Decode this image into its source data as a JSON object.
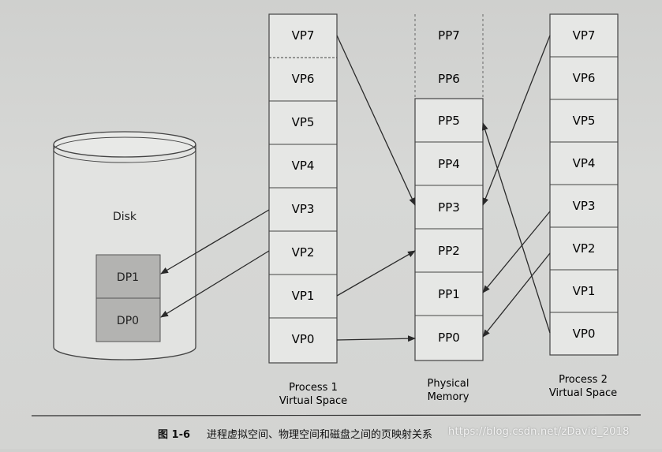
{
  "disk": {
    "label": "Disk",
    "pages": [
      "DP1",
      "DP0"
    ]
  },
  "process1": {
    "pages": [
      "VP7",
      "VP6",
      "VP5",
      "VP4",
      "VP3",
      "VP2",
      "VP1",
      "VP0"
    ],
    "label_line1": "Process 1",
    "label_line2": "Virtual Space"
  },
  "physical": {
    "pages": [
      "PP7",
      "PP6",
      "PP5",
      "PP4",
      "PP3",
      "PP2",
      "PP1",
      "PP0"
    ],
    "label_line1": "Physical",
    "label_line2": "Memory"
  },
  "process2": {
    "pages": [
      "VP7",
      "VP6",
      "VP5",
      "VP4",
      "VP3",
      "VP2",
      "VP1",
      "VP0"
    ],
    "label_line1": "Process 2",
    "label_line2": "Virtual Space"
  },
  "mappings": [
    {
      "from": "process1.VP7",
      "to": "physical.PP3"
    },
    {
      "from": "process1.VP3",
      "to": "disk.DP1"
    },
    {
      "from": "process1.VP2",
      "to": "disk.DP0"
    },
    {
      "from": "process1.VP1",
      "to": "physical.PP2"
    },
    {
      "from": "process1.VP0",
      "to": "physical.PP0"
    },
    {
      "from": "process2.VP7",
      "to": "physical.PP3"
    },
    {
      "from": "process2.VP3",
      "to": "physical.PP1"
    },
    {
      "from": "process2.VP2",
      "to": "physical.PP0"
    },
    {
      "from": "process2.VP0",
      "to": "physical.PP5"
    }
  ],
  "caption": {
    "figure_no": "图 1-6",
    "text": "进程虚拟空间、物理空间和磁盘之间的页映射关系"
  },
  "watermark": "https://blog.csdn.net/zDavid_2018",
  "colors": {
    "box_fill": "#e6e7e5",
    "disk_page_fill": "#b3b3b1",
    "line": "#2a2a2a"
  }
}
